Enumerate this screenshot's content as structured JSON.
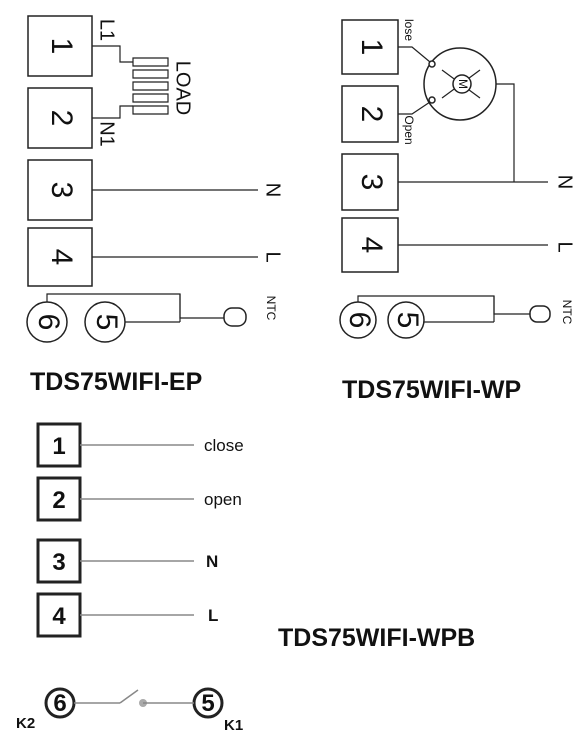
{
  "ep": {
    "terminals": [
      "1",
      "2",
      "3",
      "4",
      "5",
      "6"
    ],
    "labels": {
      "l1": "L1",
      "n1": "N1",
      "load": "LOAD",
      "n": "N",
      "l": "L",
      "ntc": "NTC"
    },
    "title": "TDS75WIFI-EP"
  },
  "wp": {
    "terminals": [
      "1",
      "2",
      "3",
      "4",
      "5",
      "6"
    ],
    "labels": {
      "close": "lose",
      "open": "Open",
      "motor": "M",
      "n": "N",
      "l": "L",
      "ntc": "NTC"
    },
    "title": "TDS75WIFI-WP"
  },
  "wpb": {
    "terminals": [
      "1",
      "2",
      "3",
      "4",
      "5",
      "6"
    ],
    "labels": {
      "close": "close",
      "open": "open",
      "n": "N",
      "l": "L",
      "k2": "K2",
      "k1": "K1"
    },
    "title": "TDS75WIFI-WPB"
  }
}
